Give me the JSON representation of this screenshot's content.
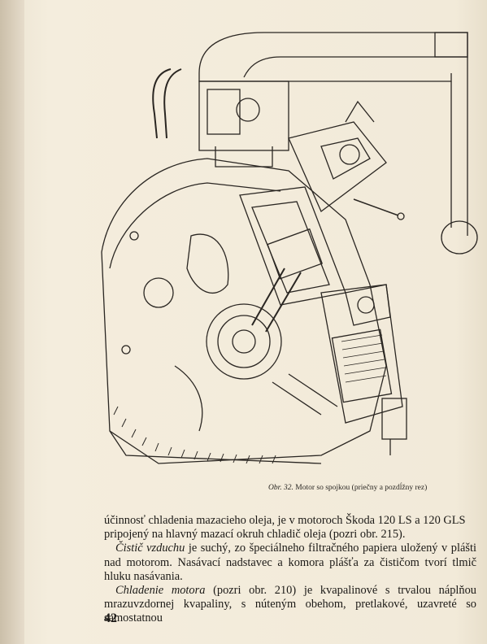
{
  "caption": {
    "abbr": "Obr. 32.",
    "text": "Motor so spojkou (priečny a pozdĺžny rez)"
  },
  "paragraphs": [
    {
      "lines": [
        "účinnosť chladenia mazacieho oleja, je v motoroch Škoda 120 LS a 120 GLS",
        "pripojený na hlavný mazací okruh chladič oleja (pozri obr. 215)."
      ]
    },
    {
      "term": "Čistič vzduchu",
      "rest": " je suchý, zo špeciálneho filtračného papiera uložený v plášti nad motorom. Nasávací nadstavec a komora plášťa za čističom tvorí tlmič hluku nasávania."
    },
    {
      "term": "Chladenie motora",
      "rest": " (pozri obr. 210) je kvapalinové s trvalou náplňou mrazuvzdornej kvapaliny, s núteným obehom, pretlakové, uzavreté so samostatnou"
    }
  ],
  "page_number": "42"
}
